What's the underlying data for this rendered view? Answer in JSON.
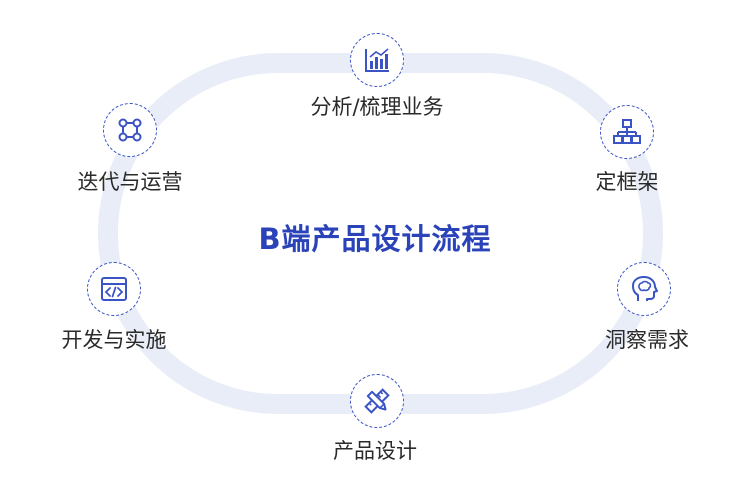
{
  "diagram": {
    "center_title": "B端产品设计流程",
    "colors": {
      "accent": "#3a54c6",
      "track": "#e9edf8",
      "label": "#2a2a2a",
      "title": "#2b43b8"
    },
    "steps": [
      {
        "label": "分析/梳理业务",
        "icon": "bar-chart-icon"
      },
      {
        "label": "定框架",
        "icon": "sitemap-icon"
      },
      {
        "label": "洞察需求",
        "icon": "head-brain-icon"
      },
      {
        "label": "产品设计",
        "icon": "ruler-pencil-icon"
      },
      {
        "label": "开发与实施",
        "icon": "code-window-icon"
      },
      {
        "label": "迭代与运营",
        "icon": "network-nodes-icon"
      }
    ]
  }
}
